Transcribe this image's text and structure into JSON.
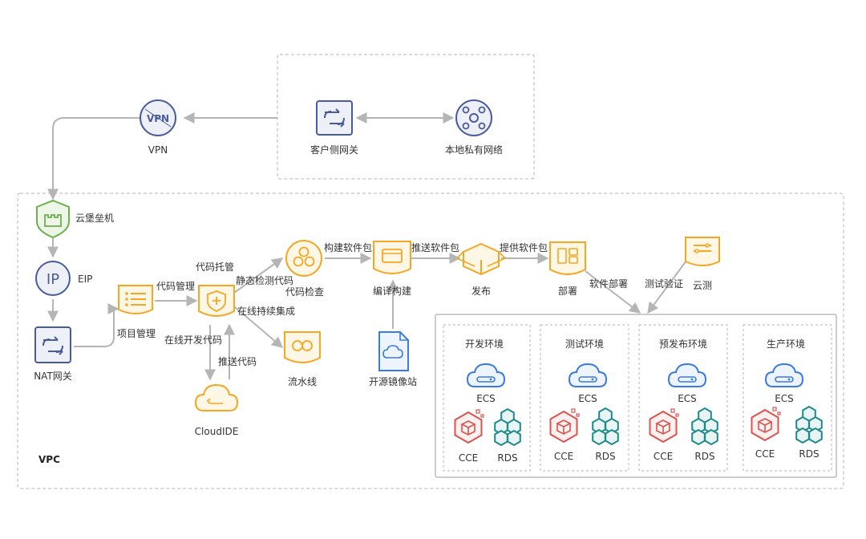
{
  "labels": {
    "vpn": "VPN",
    "customer_gateway": "客户侧网关",
    "local_private_network": "本地私有网络",
    "cloud_bastion": "云堡垒机",
    "eip": "EIP",
    "nat_gateway": "NAT网关",
    "vpc": "VPC",
    "project_management": "项目管理",
    "code_management": "代码管理",
    "code_hosting": "代码托管",
    "static_code_check": "静态检测代码",
    "code_check": "代码检查",
    "continuous_integration": "在线持续集成",
    "online_code_dev": "在线开发代码",
    "push_code": "推送代码",
    "cloud_ide": "CloudIDE",
    "pipeline": "流水线",
    "build_package": "构建软件包",
    "compile_build": "编译构建",
    "push_package": "推送软件包",
    "open_source_mirror": "开源镜像站",
    "release": "发布",
    "provide_package": "提供软件包",
    "deploy": "部署",
    "software_deploy": "软件部署",
    "test_verify": "测试验证",
    "cloud_test": "云测"
  },
  "environments": [
    {
      "title": "开发环境",
      "ecs": "ECS",
      "cce": "CCE",
      "rds": "RDS"
    },
    {
      "title": "测试环境",
      "ecs": "ECS",
      "cce": "CCE",
      "rds": "RDS"
    },
    {
      "title": "预发布环境",
      "ecs": "ECS",
      "cce": "CCE",
      "rds": "RDS"
    },
    {
      "title": "生产环境",
      "ecs": "ECS",
      "cce": "CCE",
      "rds": "RDS"
    }
  ],
  "colors": {
    "orange": "#f5a623",
    "orange_fill": "#fff7e6",
    "navy": "#4a5b9c",
    "navy_fill": "#eef0f8",
    "blue": "#3b7be0",
    "teal": "#1f8a8a",
    "red": "#d9534f",
    "green": "#6ab04c",
    "arrow": "#b5b5b5",
    "dash": "#b5b5b5"
  },
  "icons": {
    "vpn": "vpn-icon",
    "gateway": "gateway-icon",
    "network": "network-hub-icon",
    "bastion": "castle-shield-icon",
    "eip": "ip-icon",
    "nat": "nat-gateway-icon",
    "project": "list-icon",
    "code_hosting": "shield-plus-icon",
    "code_check": "circles-icon",
    "pipeline": "infinity-icon",
    "compile": "window-icon",
    "mirror": "cloud-file-icon",
    "release": "box-icon",
    "deploy": "grid-icon",
    "test": "server-icon",
    "ide": "cloud-code-icon",
    "ecs": "cloud-server-icon",
    "cce": "cube-icon",
    "rds": "hexagon-cluster-icon"
  }
}
